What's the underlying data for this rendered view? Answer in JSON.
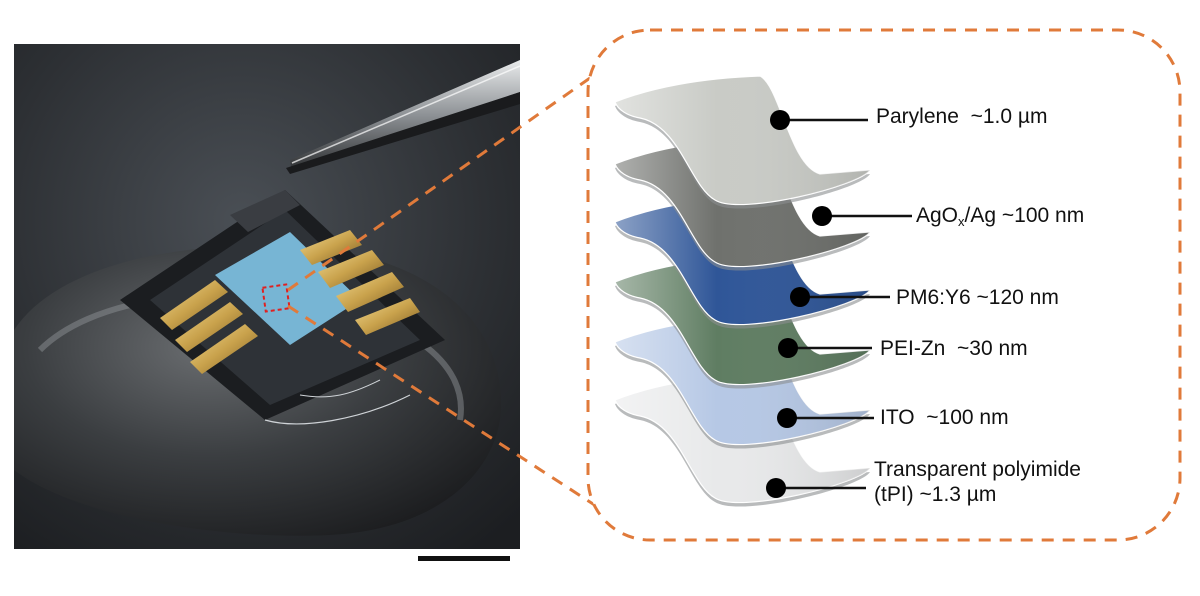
{
  "layers": [
    {
      "name": "Parylene",
      "thickness": "~1.0 µm",
      "color": "#c9cbc6"
    },
    {
      "name": "AgO",
      "subscript": "x",
      "name_suffix": "/Ag",
      "thickness": "~100 nm",
      "color": "#6f716d"
    },
    {
      "name": "PM6:Y6",
      "thickness": "~120 nm",
      "color": "#2f5698"
    },
    {
      "name": "PEI-Zn",
      "thickness": "~30 nm",
      "color": "#5f7d62"
    },
    {
      "name": "ITO",
      "thickness": "~100 nm",
      "color": "#b6c8e5"
    },
    {
      "name": "Transparent polyimide",
      "name_line2": "(tPI)",
      "thickness": "~1.3 µm",
      "color": "#e8e9ea"
    }
  ],
  "colors": {
    "callout_dashes": "#e07a3a",
    "photo_background": "#2a2d31",
    "scale_bar": "#111111",
    "region_marker": "#e02020",
    "electrode_gold": "#c9a24c",
    "device_blue": "#7fc3e6"
  }
}
